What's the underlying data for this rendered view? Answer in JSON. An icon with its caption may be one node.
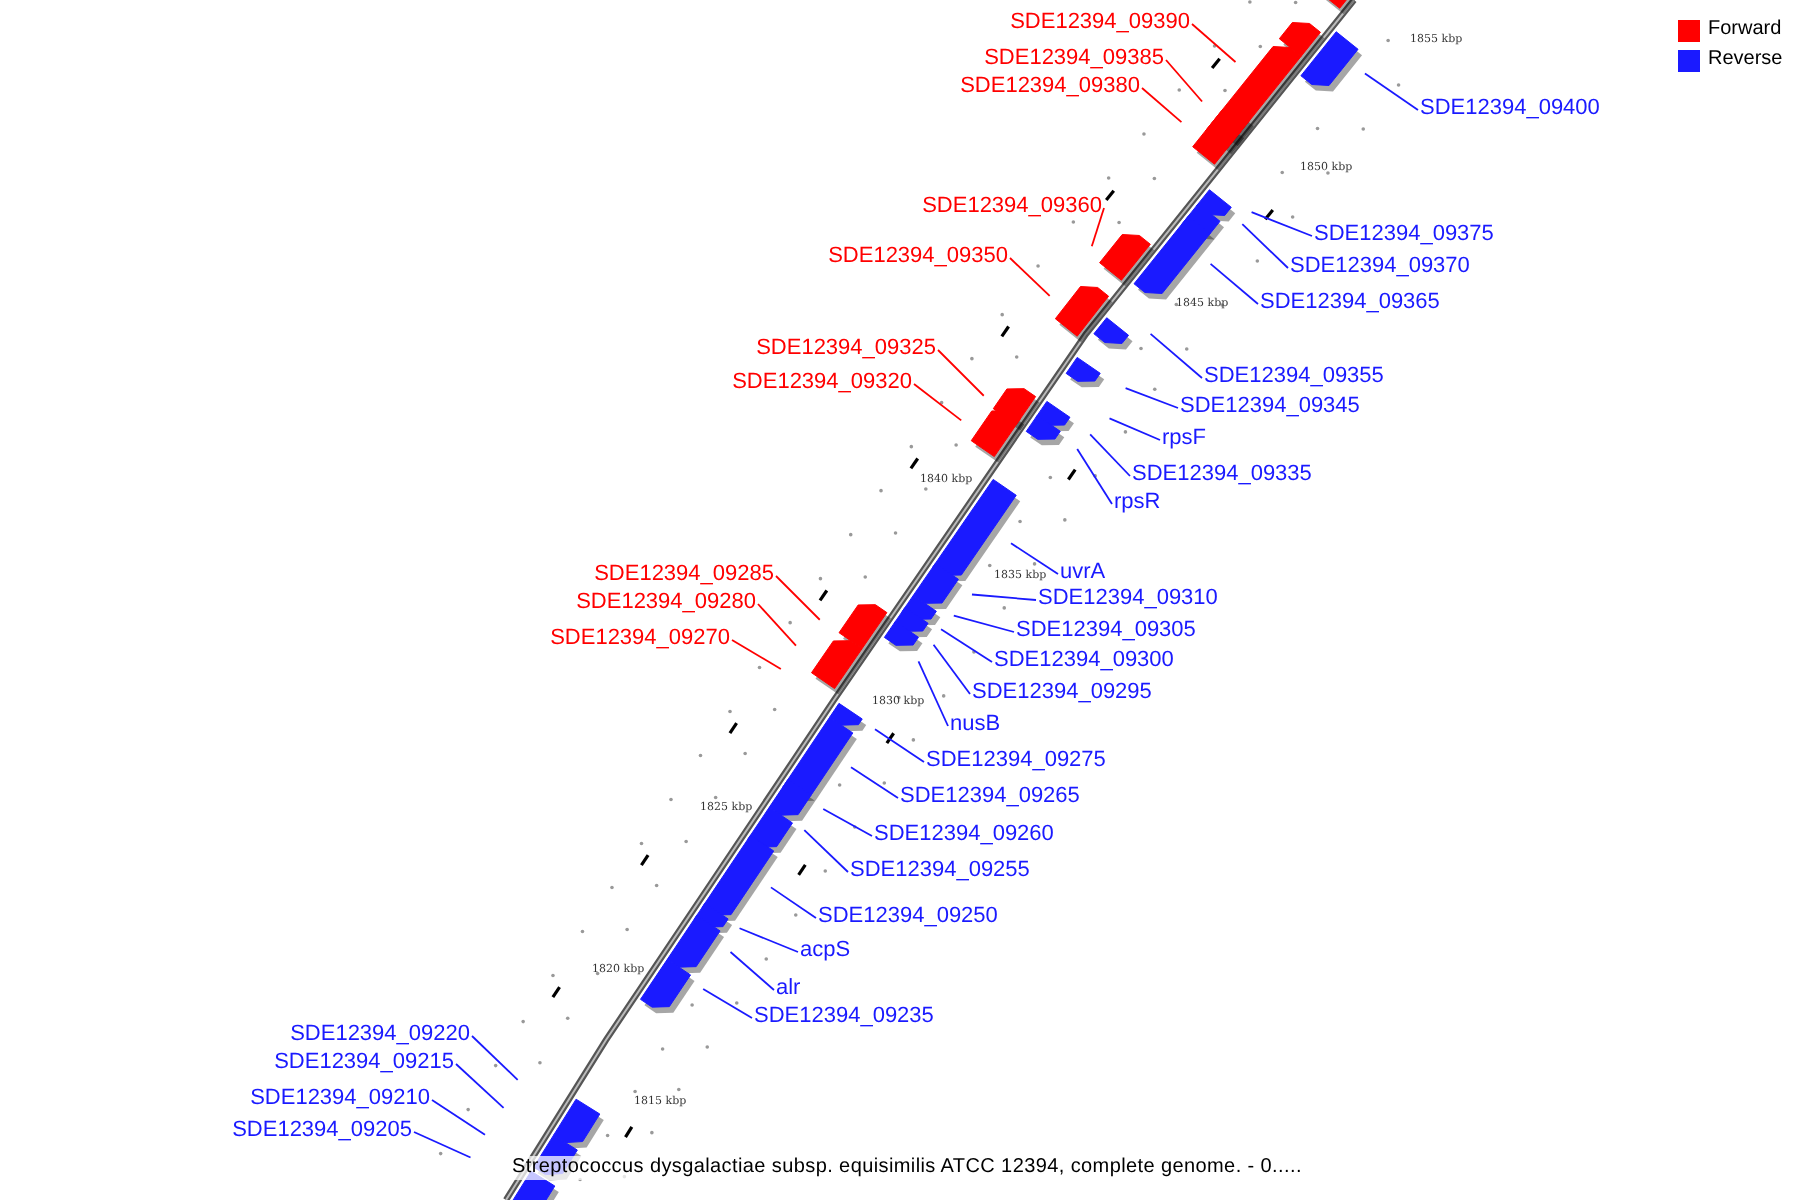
{
  "diagram": {
    "caption": "Streptococcus dysgalactiae subsp. equisimilis ATCC 12394, complete genome. - 0.....",
    "nodes": [
      {
        "text": [
          "SDE12394_09390"
        ]
      },
      {
        "text": [
          "SDE12394_09385"
        ]
      },
      {
        "text": [
          "SDE12394_09380"
        ]
      },
      {
        "text": [
          "SDE12394_09400"
        ]
      },
      {
        "text": [
          "SDE12394_09360"
        ]
      },
      {
        "text": [
          "SDE12394_09375"
        ]
      },
      {
        "text": [
          "SDE12394_09350"
        ]
      },
      {
        "text": [
          "SDE12394_09370"
        ]
      },
      {
        "text": [
          "SDE12394_09365"
        ]
      },
      {
        "text": [
          "SDE12394_09325"
        ]
      },
      {
        "text": [
          "SDE12394_09355"
        ]
      },
      {
        "text": [
          "SDE12394_09320"
        ]
      },
      {
        "text": [
          "SDE12394_09345"
        ]
      },
      {
        "text": [
          "rpsF"
        ]
      },
      {
        "text": [
          "SDE12394_09335"
        ]
      },
      {
        "text": [
          "rpsR"
        ]
      },
      {
        "text": [
          "uvrA"
        ]
      },
      {
        "text": [
          "SDE12394_09285"
        ]
      },
      {
        "text": [
          "SDE12394_09310"
        ]
      },
      {
        "text": [
          "SDE12394_09280"
        ]
      },
      {
        "text": [
          "SDE12394_09305"
        ]
      },
      {
        "text": [
          "SDE12394_09270"
        ]
      },
      {
        "text": [
          "SDE12394_09300"
        ]
      },
      {
        "text": [
          "SDE12394_09295"
        ]
      },
      {
        "text": [
          "nusB"
        ]
      },
      {
        "text": [
          "SDE12394_09275"
        ]
      },
      {
        "text": [
          "SDE12394_09265"
        ]
      },
      {
        "text": [
          "SDE12394_09260"
        ]
      },
      {
        "text": [
          "SDE12394_09255"
        ]
      },
      {
        "text": [
          "SDE12394_09250"
        ]
      },
      {
        "text": [
          "acpS"
        ]
      },
      {
        "text": [
          "alr"
        ]
      },
      {
        "text": [
          "SDE12394_09235"
        ]
      },
      {
        "text": [
          "SDE12394_09220"
        ]
      },
      {
        "text": [
          "SDE12394_09215"
        ]
      },
      {
        "text": [
          "SDE12394_09210"
        ]
      },
      {
        "text": [
          "SDE12394_09205"
        ]
      }
    ],
    "edges": [
      {
        "from": 0,
        "to": null,
        "arrow": "none",
        "color": "#ff0000"
      },
      {
        "from": 1,
        "to": null,
        "arrow": "none",
        "color": "#ff0000"
      },
      {
        "from": 2,
        "to": null,
        "arrow": "none",
        "color": "#ff0000"
      },
      {
        "from": 3,
        "to": null,
        "arrow": "none"
      },
      {
        "from": 4,
        "to": null,
        "arrow": "none",
        "color": "#ff0000"
      },
      {
        "from": 5,
        "to": null,
        "arrow": "none"
      },
      {
        "from": 6,
        "to": null,
        "arrow": "none",
        "color": "#ff0000"
      },
      {
        "from": 7,
        "to": null,
        "arrow": "none"
      },
      {
        "from": 8,
        "to": null,
        "arrow": "none"
      },
      {
        "from": 9,
        "to": null,
        "arrow": "none",
        "color": "#ff0000"
      },
      {
        "from": 10,
        "to": null,
        "arrow": "none"
      },
      {
        "from": 11,
        "to": null,
        "arrow": "none",
        "color": "#ff0000"
      },
      {
        "from": 12,
        "to": null,
        "arrow": "none"
      },
      {
        "from": 13,
        "to": null,
        "arrow": "none"
      },
      {
        "from": 14,
        "to": null,
        "arrow": "none"
      },
      {
        "from": 15,
        "to": null,
        "arrow": "none"
      },
      {
        "from": 16,
        "to": null,
        "arrow": "none"
      },
      {
        "from": 17,
        "to": null,
        "arrow": "none",
        "color": "#ff0000"
      },
      {
        "from": 18,
        "to": null,
        "arrow": "none"
      },
      {
        "from": 19,
        "to": null,
        "arrow": "none",
        "color": "#ff0000"
      },
      {
        "from": 20,
        "to": null,
        "arrow": "none"
      },
      {
        "from": 21,
        "to": null,
        "arrow": "none",
        "color": "#ff0000"
      },
      {
        "from": 22,
        "to": null,
        "arrow": "none"
      },
      {
        "from": 23,
        "to": null,
        "arrow": "none"
      },
      {
        "from": 24,
        "to": null,
        "arrow": "none"
      },
      {
        "from": 25,
        "to": null,
        "arrow": "none"
      },
      {
        "from": 26,
        "to": null,
        "arrow": "none"
      },
      {
        "from": 27,
        "to": null,
        "arrow": "none"
      },
      {
        "from": 28,
        "to": null,
        "arrow": "none"
      },
      {
        "from": 29,
        "to": null,
        "arrow": "none"
      },
      {
        "from": 30,
        "to": null,
        "arrow": "none"
      },
      {
        "from": 31,
        "to": null,
        "arrow": "none"
      },
      {
        "from": 32,
        "to": null,
        "arrow": "none"
      },
      {
        "from": 33,
        "to": null,
        "arrow": "none"
      },
      {
        "from": 34,
        "to": null,
        "arrow": "none"
      },
      {
        "from": 35,
        "to": null,
        "arrow": "none"
      },
      {
        "from": 36,
        "to": null,
        "arrow": "none"
      }
    ],
    "labels": [
      "1855 kbp",
      "1850 kbp",
      "1845 kbp",
      "1840 kbp",
      "1835 kbp",
      "1830 kbp",
      "1825 kbp",
      "1820 kbp",
      "1815 kbp"
    ],
    "legend": [
      {
        "text": "Forward",
        "color": "#ff0000"
      },
      {
        "text": "Reverse",
        "color": "#1a1aff"
      }
    ]
  }
}
